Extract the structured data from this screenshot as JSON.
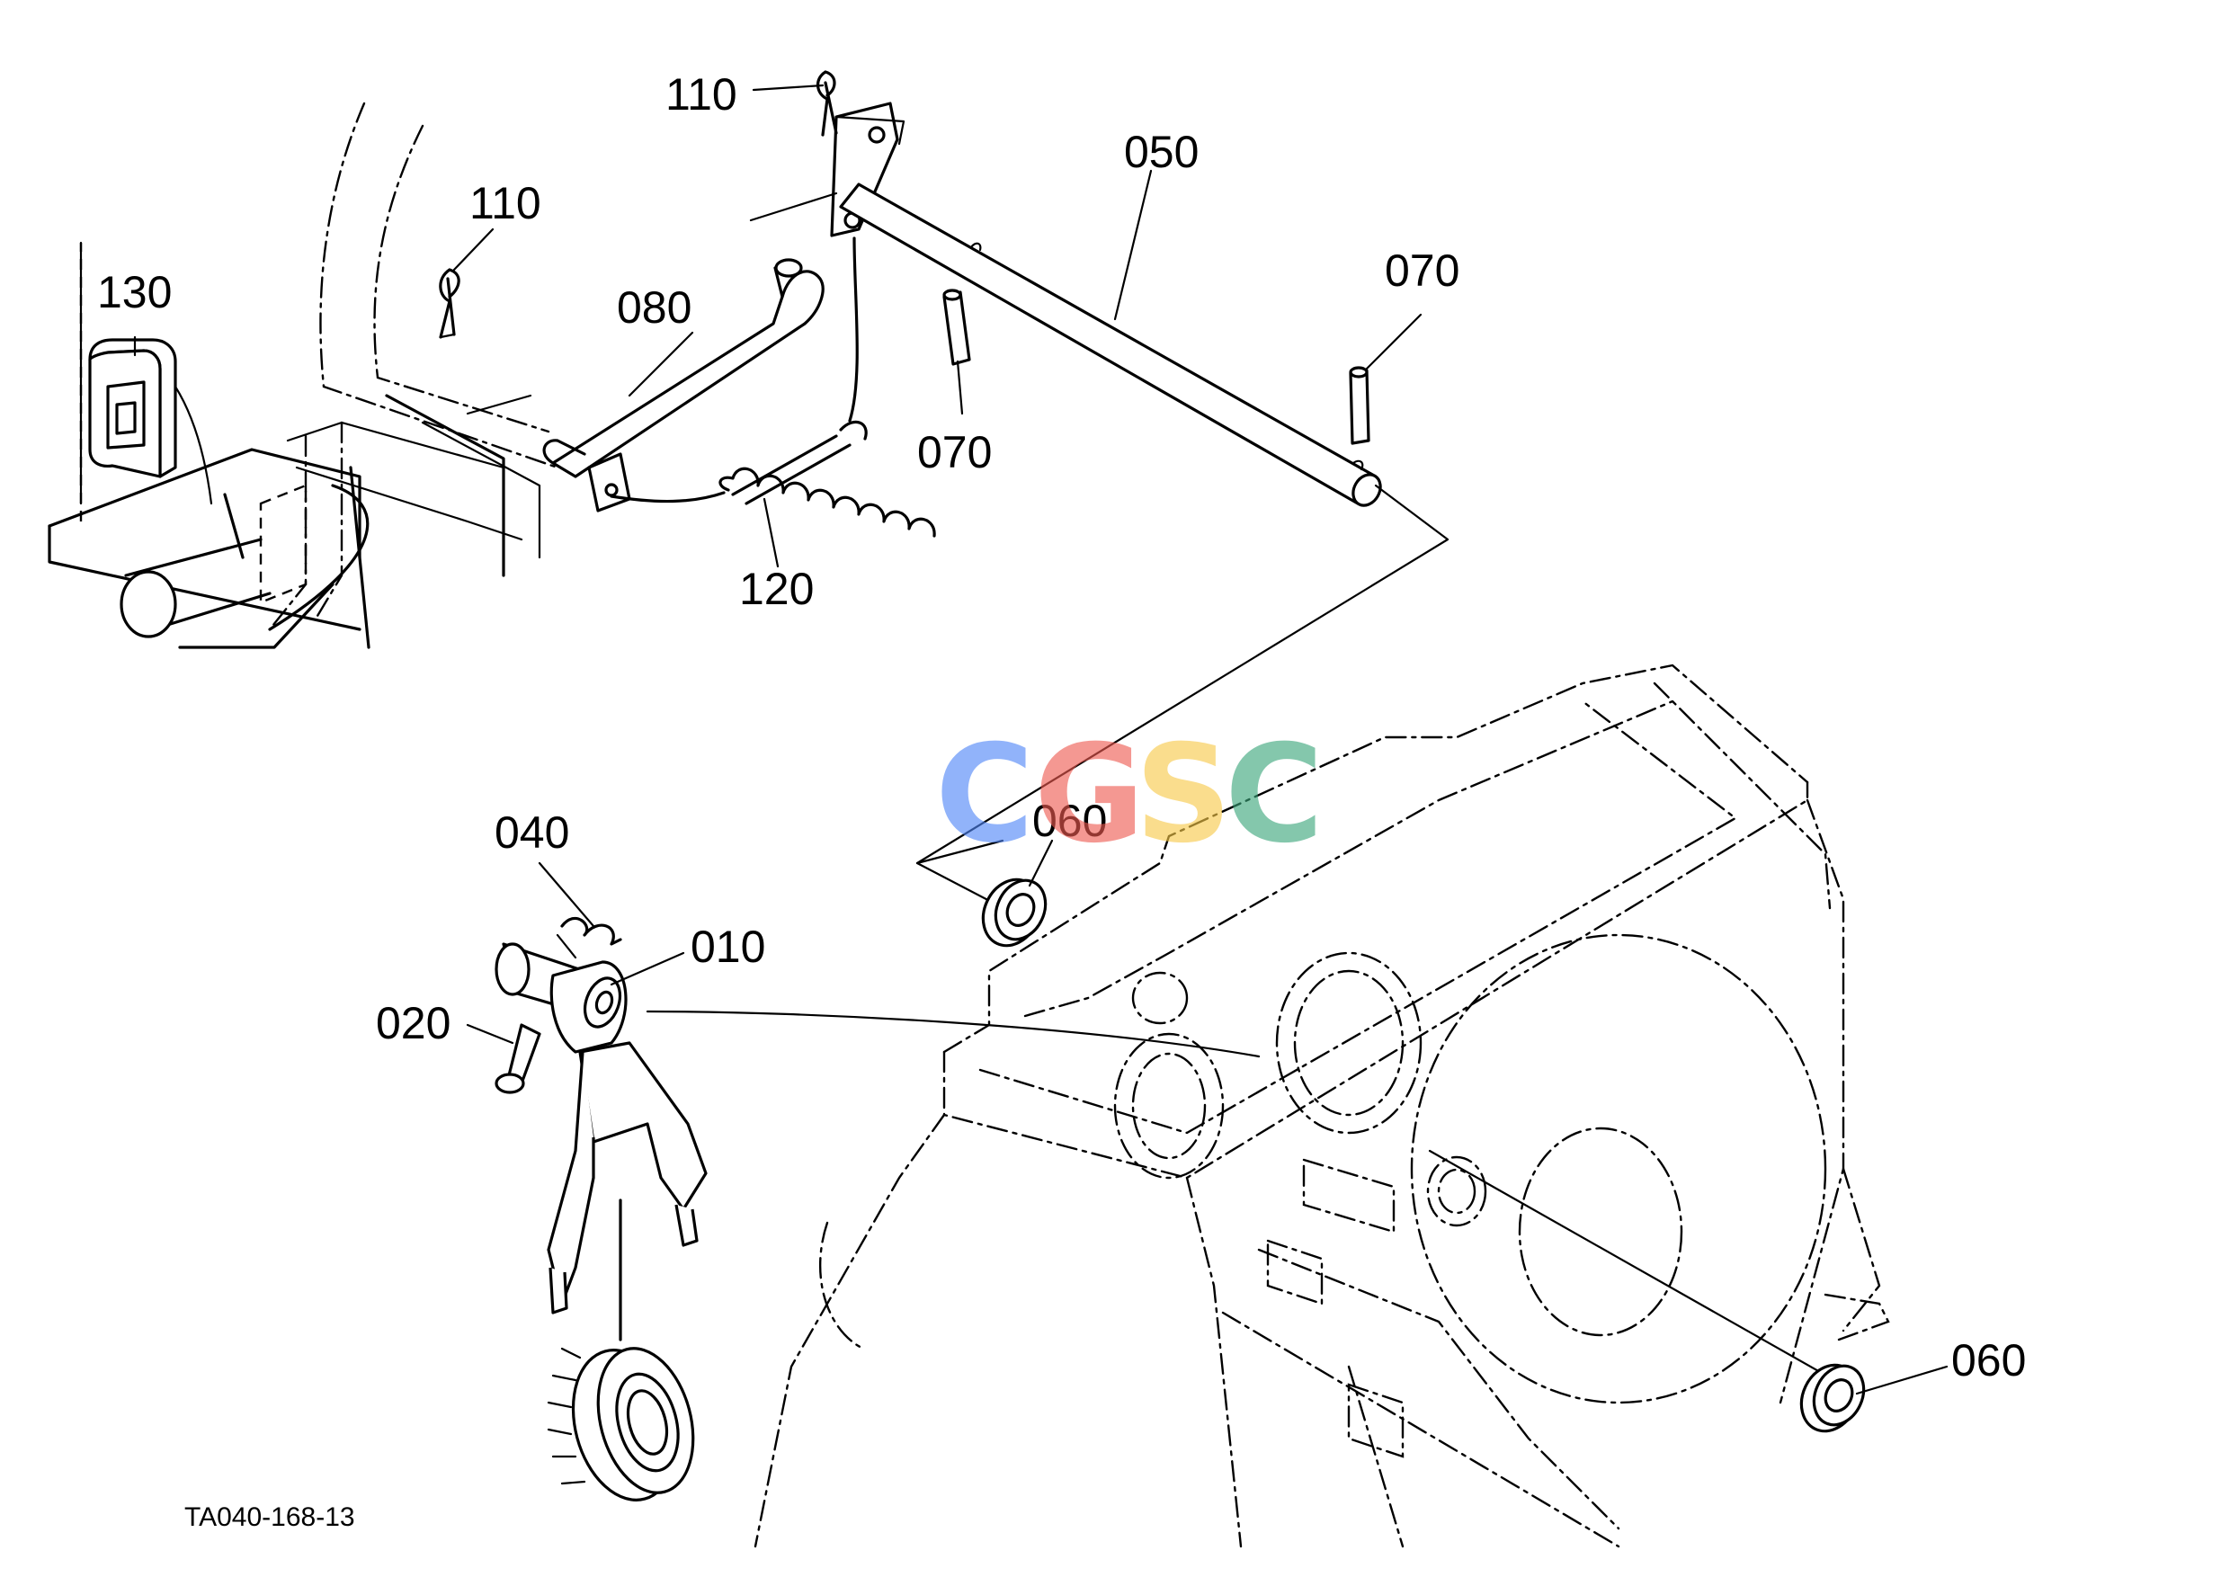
{
  "drawing_code": "TA040-168-13",
  "watermark": {
    "letters": [
      "C",
      "G",
      "S",
      "C"
    ],
    "colors": [
      "#4f86f7",
      "#ee5a50",
      "#f7c948",
      "#3aa57a"
    ]
  },
  "callouts": {
    "c010": "010",
    "c020": "020",
    "c040": "040",
    "c050": "050",
    "c060a": "060",
    "c060b": "060",
    "c070a": "070",
    "c070b": "070",
    "c080": "080",
    "c110a": "110",
    "c110b": "110",
    "c120": "120",
    "c130": "130"
  }
}
